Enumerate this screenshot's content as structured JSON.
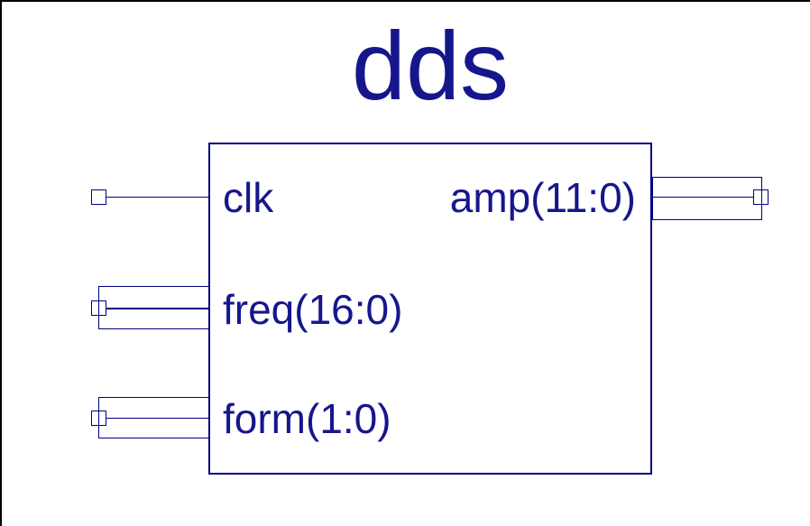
{
  "window": {
    "background": "#ffffff",
    "frame_color": "#000000"
  },
  "diagram": {
    "title": "dds",
    "colors": {
      "line": "#000080",
      "text": "#16168c"
    },
    "module": {
      "name": "dds",
      "inputs": [
        {
          "label": "clk",
          "kind": "single-wire"
        },
        {
          "label": "freq(16:0)",
          "kind": "bus"
        },
        {
          "label": "form(1:0)",
          "kind": "bus"
        }
      ],
      "outputs": [
        {
          "label": "amp(11:0)",
          "kind": "bus"
        }
      ]
    }
  }
}
